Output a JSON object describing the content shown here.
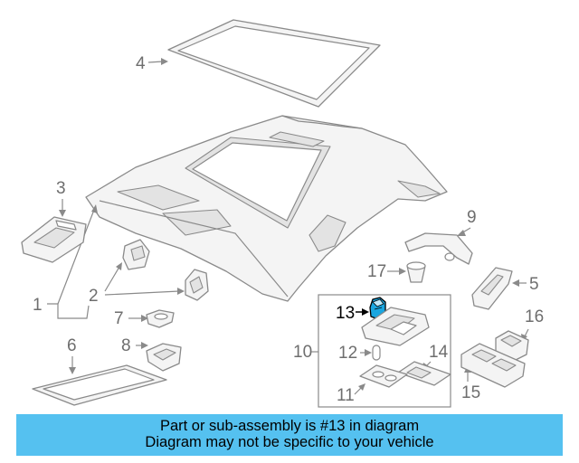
{
  "callouts": {
    "c1": "1",
    "c2": "2",
    "c3": "3",
    "c4": "4",
    "c5": "5",
    "c6": "6",
    "c7": "7",
    "c8": "8",
    "c9": "9",
    "c10": "10",
    "c11": "11",
    "c12": "12",
    "c13": "13",
    "c14": "14",
    "c15": "15",
    "c16": "16",
    "c17": "17"
  },
  "highlighted_part": "13",
  "colors": {
    "highlight_part": "#1aa6e0",
    "banner": "#55c1f0",
    "line_art": "#8a8a8a"
  },
  "banner": {
    "line1": "Part or sub-assembly is #13 in diagram",
    "line2": "Diagram may not be specific to your vehicle"
  }
}
